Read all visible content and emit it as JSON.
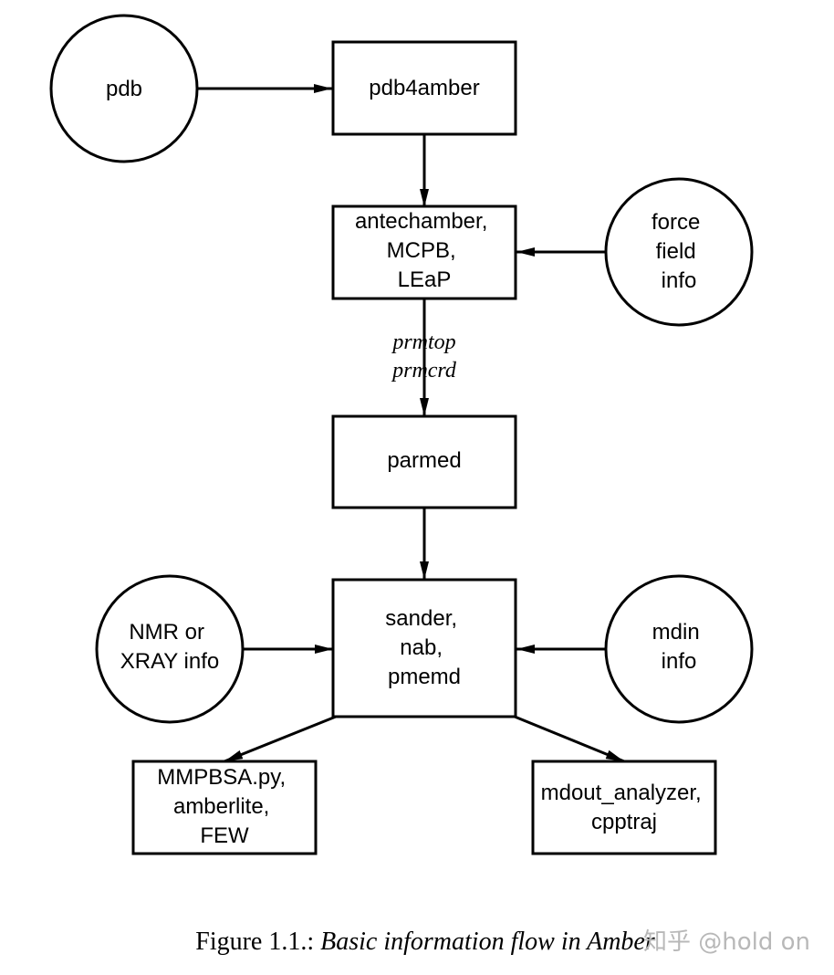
{
  "nodes": {
    "pdb": {
      "lines": [
        "pdb"
      ]
    },
    "pdb4amber": {
      "lines": [
        "pdb4amber"
      ]
    },
    "antechamber": {
      "lines": [
        "antechamber,",
        "MCPB,",
        "LEaP"
      ]
    },
    "forcefield": {
      "lines": [
        "force",
        "field",
        "info"
      ]
    },
    "parmed": {
      "lines": [
        "parmed"
      ]
    },
    "nmr": {
      "lines": [
        "NMR or",
        "XRAY info"
      ]
    },
    "sander": {
      "lines": [
        "sander,",
        "nab,",
        "pmemd"
      ]
    },
    "mdin": {
      "lines": [
        "mdin",
        "info"
      ]
    },
    "mmpbsa": {
      "lines": [
        "MMPBSA.py,",
        "amberlite,",
        "FEW"
      ]
    },
    "mdout": {
      "lines": [
        "mdout_analyzer,",
        "cpptraj"
      ]
    }
  },
  "edge_labels": {
    "prmtop": "prmtop",
    "prmcrd": "prmcrd"
  },
  "caption": {
    "prefix": "Figure 1.1.: ",
    "title": "Basic information flow in Amber"
  },
  "watermark": "知乎 @hold on",
  "colors": {
    "stroke": "#000000",
    "watermark": "#b8b8b8",
    "background": "#ffffff"
  }
}
